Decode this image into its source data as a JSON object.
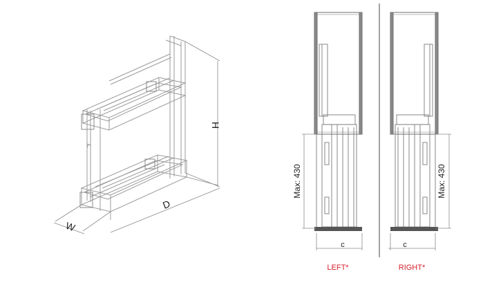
{
  "iso_view": {
    "height_label": "H",
    "depth_label": "D",
    "width_label": "W"
  },
  "left_view": {
    "max_label": "Max: 430",
    "c_label": "c",
    "caption": "LEFT*"
  },
  "right_view": {
    "max_label": "Max: 430",
    "c_label": "c",
    "caption": "RIGHT*"
  },
  "colors": {
    "caption": "#d81e2a",
    "line": "#8a8a8a",
    "cabinet": "#6e6e6e",
    "base": "#555555"
  }
}
